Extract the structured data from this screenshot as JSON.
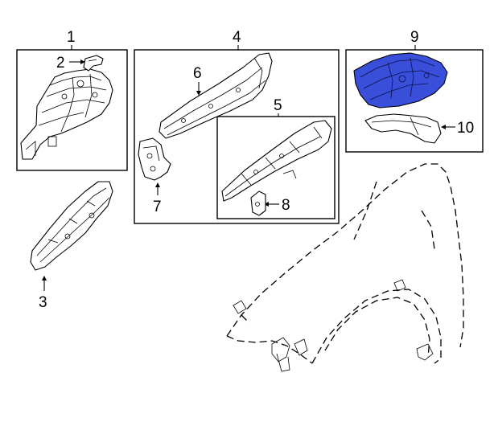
{
  "diagram": {
    "callouts": {
      "c1": "1",
      "c2": "2",
      "c3": "3",
      "c4": "4",
      "c5": "5",
      "c6": "6",
      "c7": "7",
      "c8": "8",
      "c9": "9",
      "c10": "10"
    },
    "colors": {
      "highlight": "#3a4fd9",
      "line": "#000000",
      "background": "#ffffff"
    },
    "highlighted_part": "9"
  }
}
